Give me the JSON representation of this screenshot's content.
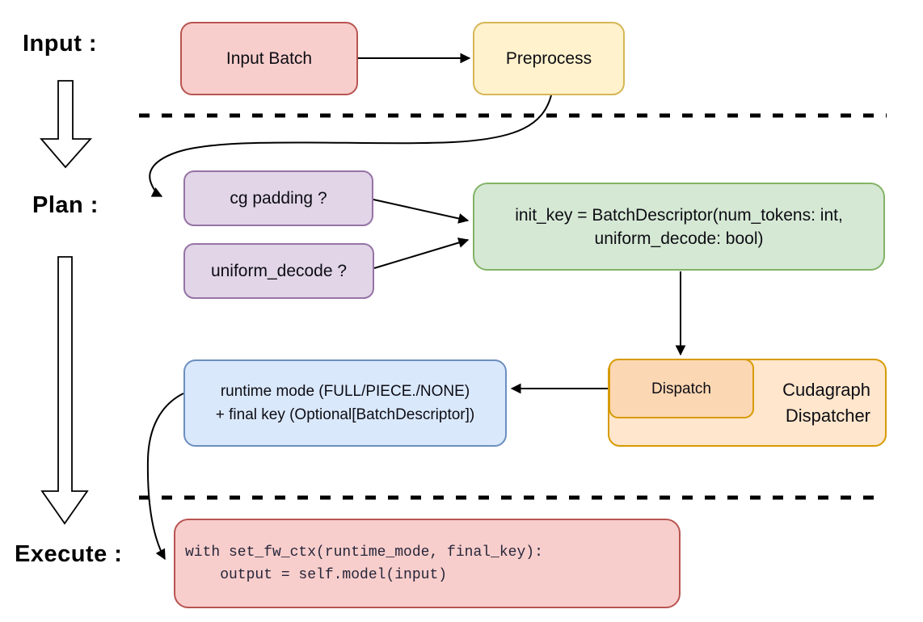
{
  "stages": {
    "input": {
      "label": "Input :"
    },
    "plan": {
      "label": "Plan :"
    },
    "execute": {
      "label": "Execute :"
    }
  },
  "nodes": {
    "input_batch": {
      "label": "Input Batch"
    },
    "preprocess": {
      "label": "Preprocess"
    },
    "cg_padding": {
      "label": "cg padding ?"
    },
    "uniform_decode": {
      "label": "uniform_decode ?"
    },
    "init_key": {
      "line1": "init_key = BatchDescriptor(num_tokens: int,",
      "line2": "uniform_decode: bool)"
    },
    "dispatch": {
      "label": "Dispatch"
    },
    "cudagraph_dispatcher": {
      "line1": "Cudagraph",
      "line2": "Dispatcher"
    },
    "runtime_result": {
      "line1": "runtime mode (FULL/PIECE./NONE)",
      "line2": "+ final key (Optional[BatchDescriptor])"
    },
    "execute_code": {
      "line1": "with set_fw_ctx(runtime_mode, final_key):",
      "line2": "    output = self.model(input)"
    }
  },
  "colors": {
    "red_fill": "#f8cecc",
    "red_stroke": "#b85450",
    "yellow_fill": "#fff2cc",
    "yellow_stroke": "#d6b656",
    "purple_fill": "#e1d5e7",
    "purple_stroke": "#9673a6",
    "green_fill": "#d5e8d4",
    "green_stroke": "#82b366",
    "blue_fill": "#dae8fc",
    "blue_stroke": "#6c8ebf",
    "orange_fill": "#ffe6cc",
    "orange_inner_fill": "#fcd7b4",
    "orange_stroke": "#d79b00",
    "connector": "#000000",
    "big_arrow_fill": "#ffffff"
  }
}
